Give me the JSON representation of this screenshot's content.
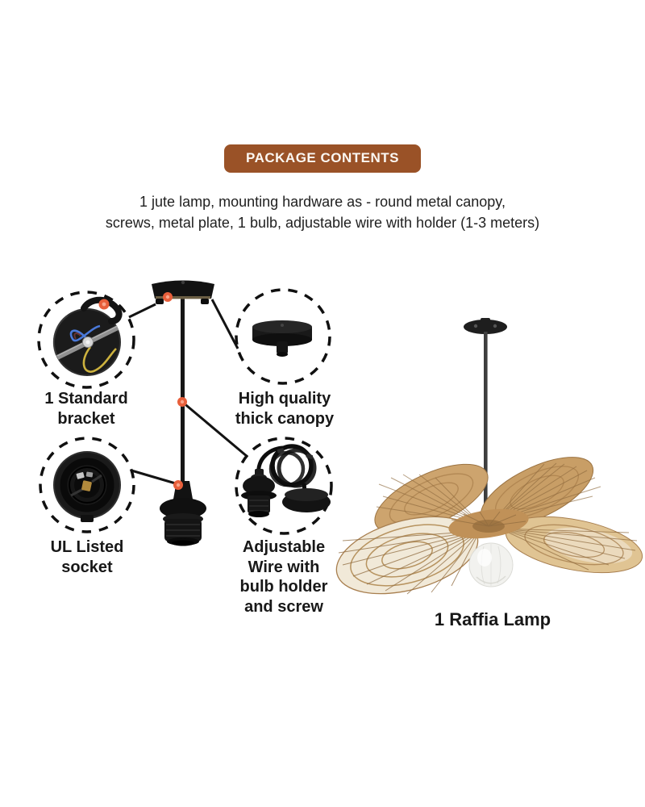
{
  "badge": {
    "label": "PACKAGE CONTENTS"
  },
  "description": {
    "text": "1 jute lamp, mounting hardware as - round metal canopy,\nscrews, metal plate, 1 bulb, adjustable wire with holder (1-3 meters)"
  },
  "callouts": {
    "bracket": {
      "label": "1 Standard\nbracket"
    },
    "canopy": {
      "label": "High quality\nthick canopy"
    },
    "socket": {
      "label": "UL Listed\nsocket"
    },
    "wire": {
      "label": "Adjustable\nWire with\nbulb holder\nand screw"
    }
  },
  "product": {
    "label": "1 Raffia Lamp"
  },
  "colors": {
    "badge_brown": "#9A5227",
    "badge_text": "#FBF7F2",
    "marker_orange": "#E85F3B",
    "hardware_black": "#141414",
    "raffia_tan": "#C8A06C",
    "raffia_dark": "#A87F4F",
    "raffia_light": "#F1E9D8",
    "text_dark": "#1F1F1F",
    "background": "#FFFFFF"
  }
}
